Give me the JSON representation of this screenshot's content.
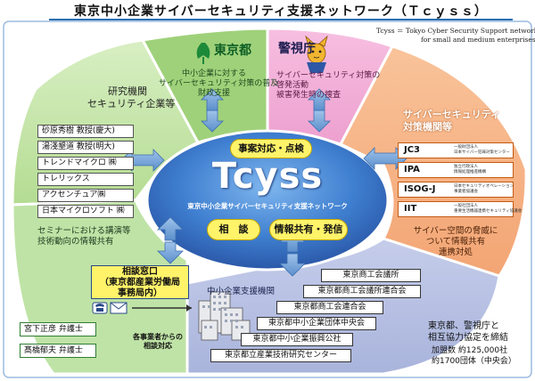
{
  "title": "東京中小企業サイバーセキュリティ支援ネットワーク（Ｔｃｙｓｓ）",
  "legend": {
    "line1": "Tcyss ＝ Tokyo Cyber Security Support network",
    "line2": "for small and medium enterprises"
  },
  "tokyo": {
    "header": "東京都",
    "lines": [
      "中小企業に対する",
      "サイバーセキュリティ対策の普及",
      "財政支援"
    ]
  },
  "police": {
    "header": "警視庁",
    "lines": [
      "サイバーセキュリティ対策の",
      "啓発活動",
      "被害発生時の捜査"
    ]
  },
  "research": {
    "header_lines": [
      "研究機関",
      "セキュリティ企業等"
    ],
    "items": [
      "砂原秀樹 教授(慶大)",
      "湯淺墾道 教授(明大)",
      "トレンドマイクロ ㈱",
      "トレリックス",
      "アクセンチュア㈱",
      "日本マイクロソフト ㈱"
    ],
    "footer_lines": [
      "セミナーにおける講演等",
      "技術動向の情報共有"
    ]
  },
  "cyber": {
    "header_lines": [
      "サイバーセキュリティ",
      "対策機関等"
    ],
    "orgs": [
      {
        "name": "JC3",
        "note_lines": [
          "一般財団法人",
          "日本サイバー犯罪対策センター"
        ]
      },
      {
        "name": "IPA",
        "note_lines": [
          "独立行政法人",
          "情報処理推進機構"
        ]
      },
      {
        "name": "ISOG-J",
        "note_lines": [
          "日本セキュリティオペレーション",
          "事業者協議会"
        ]
      },
      {
        "name": "IIT",
        "note_lines": [
          "一般社団法人",
          "重要生活機器連携セキュリティ協議会"
        ]
      }
    ],
    "footer_lines": [
      "サイバー空間の脅威に",
      "ついて情報共有",
      "連携対処"
    ]
  },
  "center": {
    "logo": "Tcyss",
    "subtitle": "東京中小企業サイバーセキュリティ支援ネットワーク",
    "pill_top": "事案対応・点検",
    "pill_left": "相　談",
    "pill_right": "情報共有・発信"
  },
  "counter": {
    "lines": [
      "相談窓口",
      "（東京都産業労働局",
      "事務局内）"
    ],
    "lawyers": [
      "宮下正彦 弁護士",
      "髙橋郁夫 弁護士"
    ],
    "caption_lines": [
      "各事業者からの",
      "相談対応"
    ]
  },
  "sme": {
    "header": "中小企業支援機関",
    "orgs": [
      "東京商工会議所",
      "東京都商工会議所連合会",
      "東京都商工会連合会",
      "東京都中小企業団体中央会",
      "東京都中小企業振興公社",
      "東京都立産業技術研究センター"
    ],
    "agreement_lines": [
      "東京都、警視庁と",
      "相互協力協定を締結"
    ],
    "stats_lines": [
      "加盟数 約125,000社",
      "約1700団体（中央会）"
    ]
  }
}
